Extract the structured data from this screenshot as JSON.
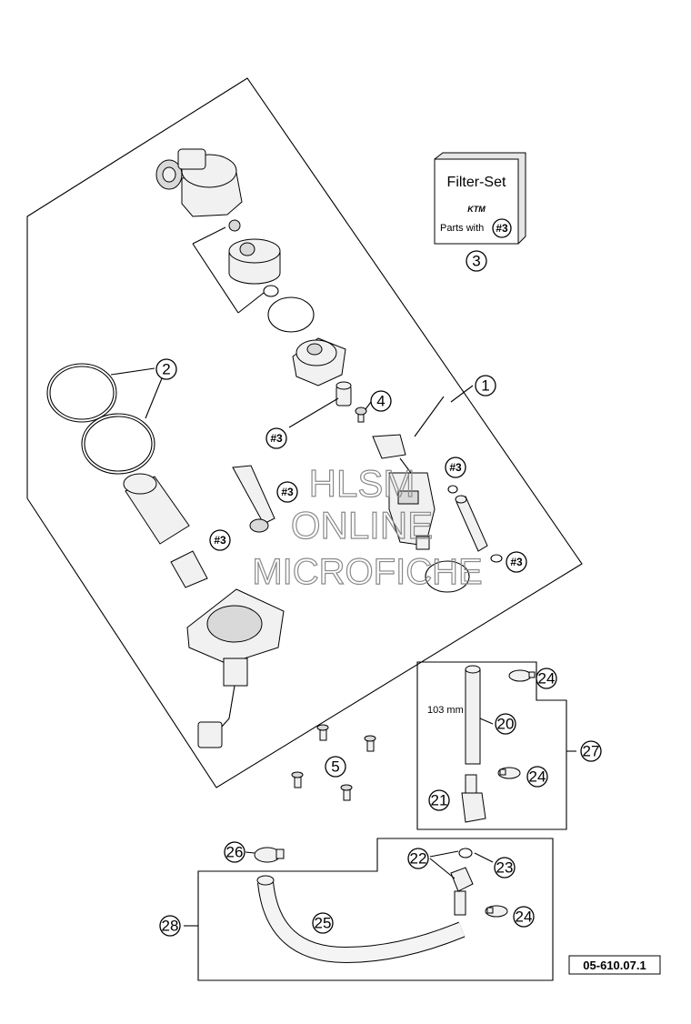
{
  "diagram": {
    "code": "05-610.07.1",
    "dimension_label": "103 mm",
    "filter_box": {
      "title": "Filter-Set",
      "brand": "KTM",
      "parts_prefix": "Parts with",
      "parts_ref": "#3"
    },
    "watermark": [
      "HLSM",
      "ONLINE",
      "MICROFICHE"
    ],
    "callouts": [
      "1",
      "2",
      "3",
      "4",
      "5",
      "20",
      "21",
      "22",
      "23",
      "24",
      "24",
      "24",
      "25",
      "26",
      "27",
      "28"
    ],
    "ref_markers": [
      "#3",
      "#3",
      "#3",
      "#3",
      "#3",
      "#3"
    ]
  }
}
